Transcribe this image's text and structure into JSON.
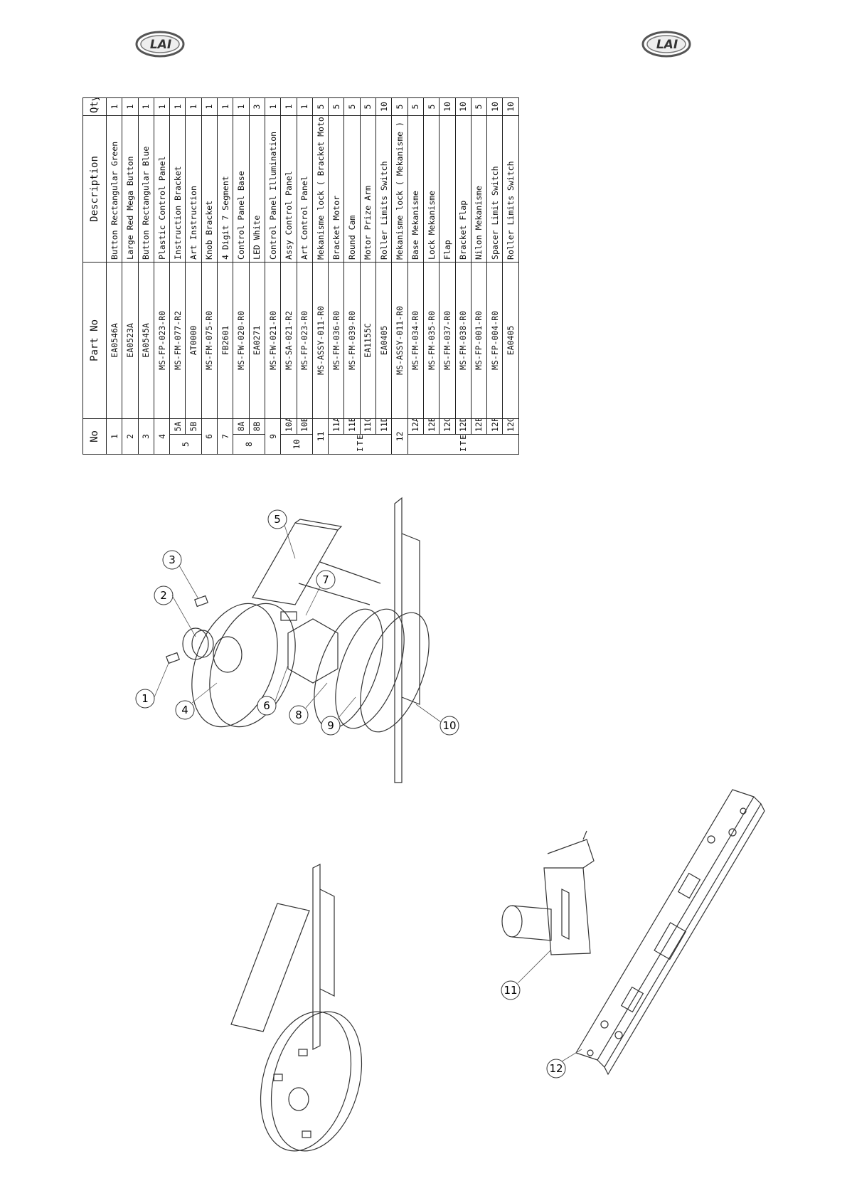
{
  "header": {
    "logo_text": "LAI"
  },
  "table": {
    "headers": [
      "No",
      "Part No",
      "Description",
      "Qty"
    ],
    "group_label": "ITEM PART",
    "rows": [
      {
        "no": "1",
        "sub": "",
        "part": "EA0546A",
        "desc": "Button Rectangular Green",
        "qty": "1"
      },
      {
        "no": "2",
        "sub": "",
        "part": "EA0523A",
        "desc": "Large Red Mega Button",
        "qty": "1"
      },
      {
        "no": "3",
        "sub": "",
        "part": "EA0545A",
        "desc": "Button Rectangular Blue",
        "qty": "1"
      },
      {
        "no": "4",
        "sub": "",
        "part": "MS-FP-023-R0",
        "desc": "Plastic Control Panel",
        "qty": "1"
      },
      {
        "no": "5",
        "sub": "5A",
        "part": "MS-FM-077-R2",
        "desc": "Instruction Bracket",
        "qty": "1"
      },
      {
        "no": "",
        "sub": "5B",
        "part": "AT0000",
        "desc": "Art Instruction",
        "qty": "1"
      },
      {
        "no": "6",
        "sub": "",
        "part": "MS-FM-075-R0",
        "desc": "Knob Bracket",
        "qty": "1"
      },
      {
        "no": "7",
        "sub": "",
        "part": "FB2601",
        "desc": "4 Digit 7 Segment",
        "qty": "1"
      },
      {
        "no": "8",
        "sub": "8A",
        "part": "MS-FW-020-R0",
        "desc": "Control Panel Base",
        "qty": "1"
      },
      {
        "no": "",
        "sub": "8B",
        "part": "EA0271",
        "desc": "LED White",
        "qty": "3"
      },
      {
        "no": "9",
        "sub": "",
        "part": "MS-FW-021-R0",
        "desc": "Control Panel Illumination",
        "qty": "1"
      },
      {
        "no": "10",
        "sub": "10A",
        "part": "MS-SA-021-R2",
        "desc": "Assy Control Panel",
        "qty": "1"
      },
      {
        "no": "",
        "sub": "10B",
        "part": "MS-FP-023-R0",
        "desc": "Art Control Panel",
        "qty": "1"
      },
      {
        "no": "11",
        "sub": "",
        "part": "MS-ASSY-011-R0",
        "desc": "Mekanisme lock ( Bracket Motor )",
        "qty": "5"
      },
      {
        "no": "",
        "sub": "11A",
        "part": "MS-FM-036-R0",
        "desc": "Bracket Motor",
        "qty": "5"
      },
      {
        "no": "",
        "sub": "11B",
        "part": "MS-FM-039-R0",
        "desc": "Round Cam",
        "qty": "5"
      },
      {
        "no": "",
        "sub": "11C",
        "part": "EA1155C",
        "desc": "Motor Prize Arm",
        "qty": "5"
      },
      {
        "no": "",
        "sub": "11D",
        "part": "EA0405",
        "desc": "Roller Limits Switch",
        "qty": "10"
      },
      {
        "no": "12",
        "sub": "",
        "part": "MS-ASSY-011-R0",
        "desc": "Mekanisme lock ( Mekanisme )",
        "qty": "5"
      },
      {
        "no": "",
        "sub": "12A",
        "part": "MS-FM-034-R0",
        "desc": "Base Mekanisme",
        "qty": "5"
      },
      {
        "no": "",
        "sub": "12B",
        "part": "MS-FM-035-R0",
        "desc": "Lock Mekanisme",
        "qty": "5"
      },
      {
        "no": "",
        "sub": "12C",
        "part": "MS-FM-037-R0",
        "desc": "Flap",
        "qty": "10"
      },
      {
        "no": "",
        "sub": "12D",
        "part": "MS-FM-038-R0",
        "desc": "Bracket Flap",
        "qty": "10"
      },
      {
        "no": "",
        "sub": "12E",
        "part": "MS-FP-001-R0",
        "desc": "Nilon Mekanisme",
        "qty": "5"
      },
      {
        "no": "",
        "sub": "12F",
        "part": "MS-FP-004-R0",
        "desc": "Spacer Limit Switch",
        "qty": "10"
      },
      {
        "no": "",
        "sub": "12G",
        "part": "EA0405",
        "desc": "Roller Limits Switch",
        "qty": "10"
      }
    ]
  },
  "callouts": {
    "c1": "1",
    "c2": "2",
    "c3": "3",
    "c4": "4",
    "c5": "5",
    "c6": "6",
    "c7": "7",
    "c8": "8",
    "c9": "9",
    "c10": "10",
    "c11": "11",
    "c12": "12"
  }
}
